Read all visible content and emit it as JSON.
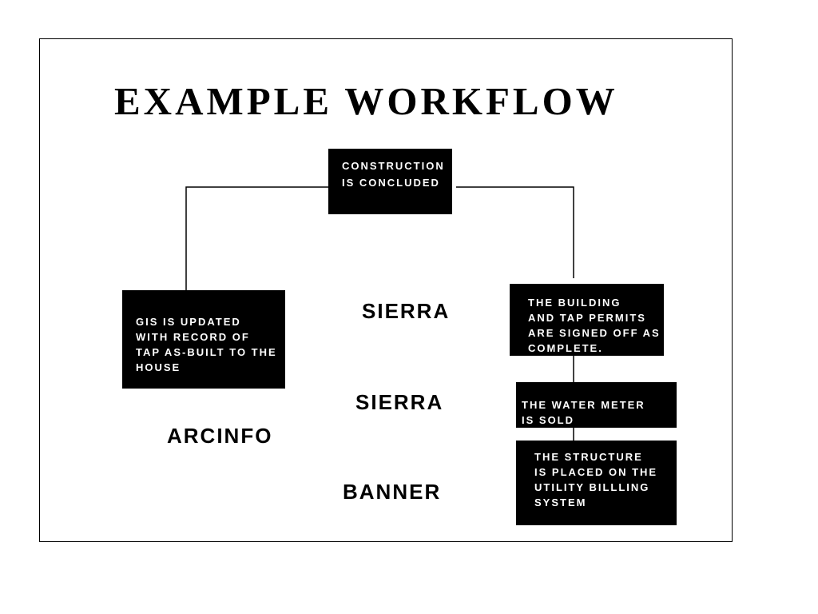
{
  "title": "EXAMPLE WORKFLOW",
  "colors": {
    "box_fill": "#000000",
    "box_text": "#ffffff",
    "background": "#ffffff",
    "line": "#000000"
  },
  "nodes": {
    "construction": [
      "CONSTRUCTION",
      "IS CONCLUDED"
    ],
    "gis": [
      "GIS IS UPDATED",
      "WITH RECORD OF",
      "TAP AS-BUILT TO THE",
      "HOUSE"
    ],
    "permits": [
      "THE BUILDING",
      "AND TAP PERMITS",
      "ARE SIGNED OFF AS",
      "COMPLETE."
    ],
    "meter": [
      "THE WATER METER",
      "IS SOLD"
    ],
    "structure": [
      "THE STRUCTURE",
      "IS PLACED ON THE",
      "UTILITY BILLLING",
      "SYSTEM"
    ]
  },
  "system_labels": {
    "sierra_1": "SIERRA",
    "sierra_2": "SIERRA",
    "arcinfo": "ARCINFO",
    "banner": "BANNER"
  }
}
